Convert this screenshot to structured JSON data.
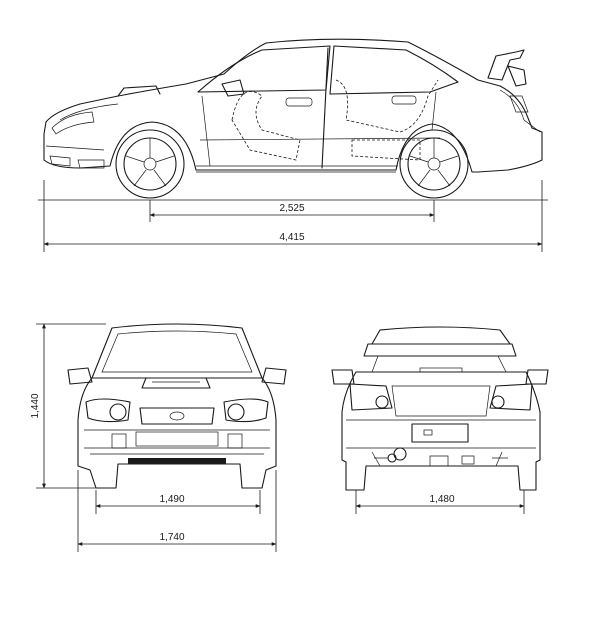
{
  "dimensions": {
    "wheelbase": "2,525",
    "overall_length": "4,415",
    "height": "1,440",
    "front_track": "1,490",
    "rear_track": "1,480",
    "overall_width": "1,740"
  }
}
